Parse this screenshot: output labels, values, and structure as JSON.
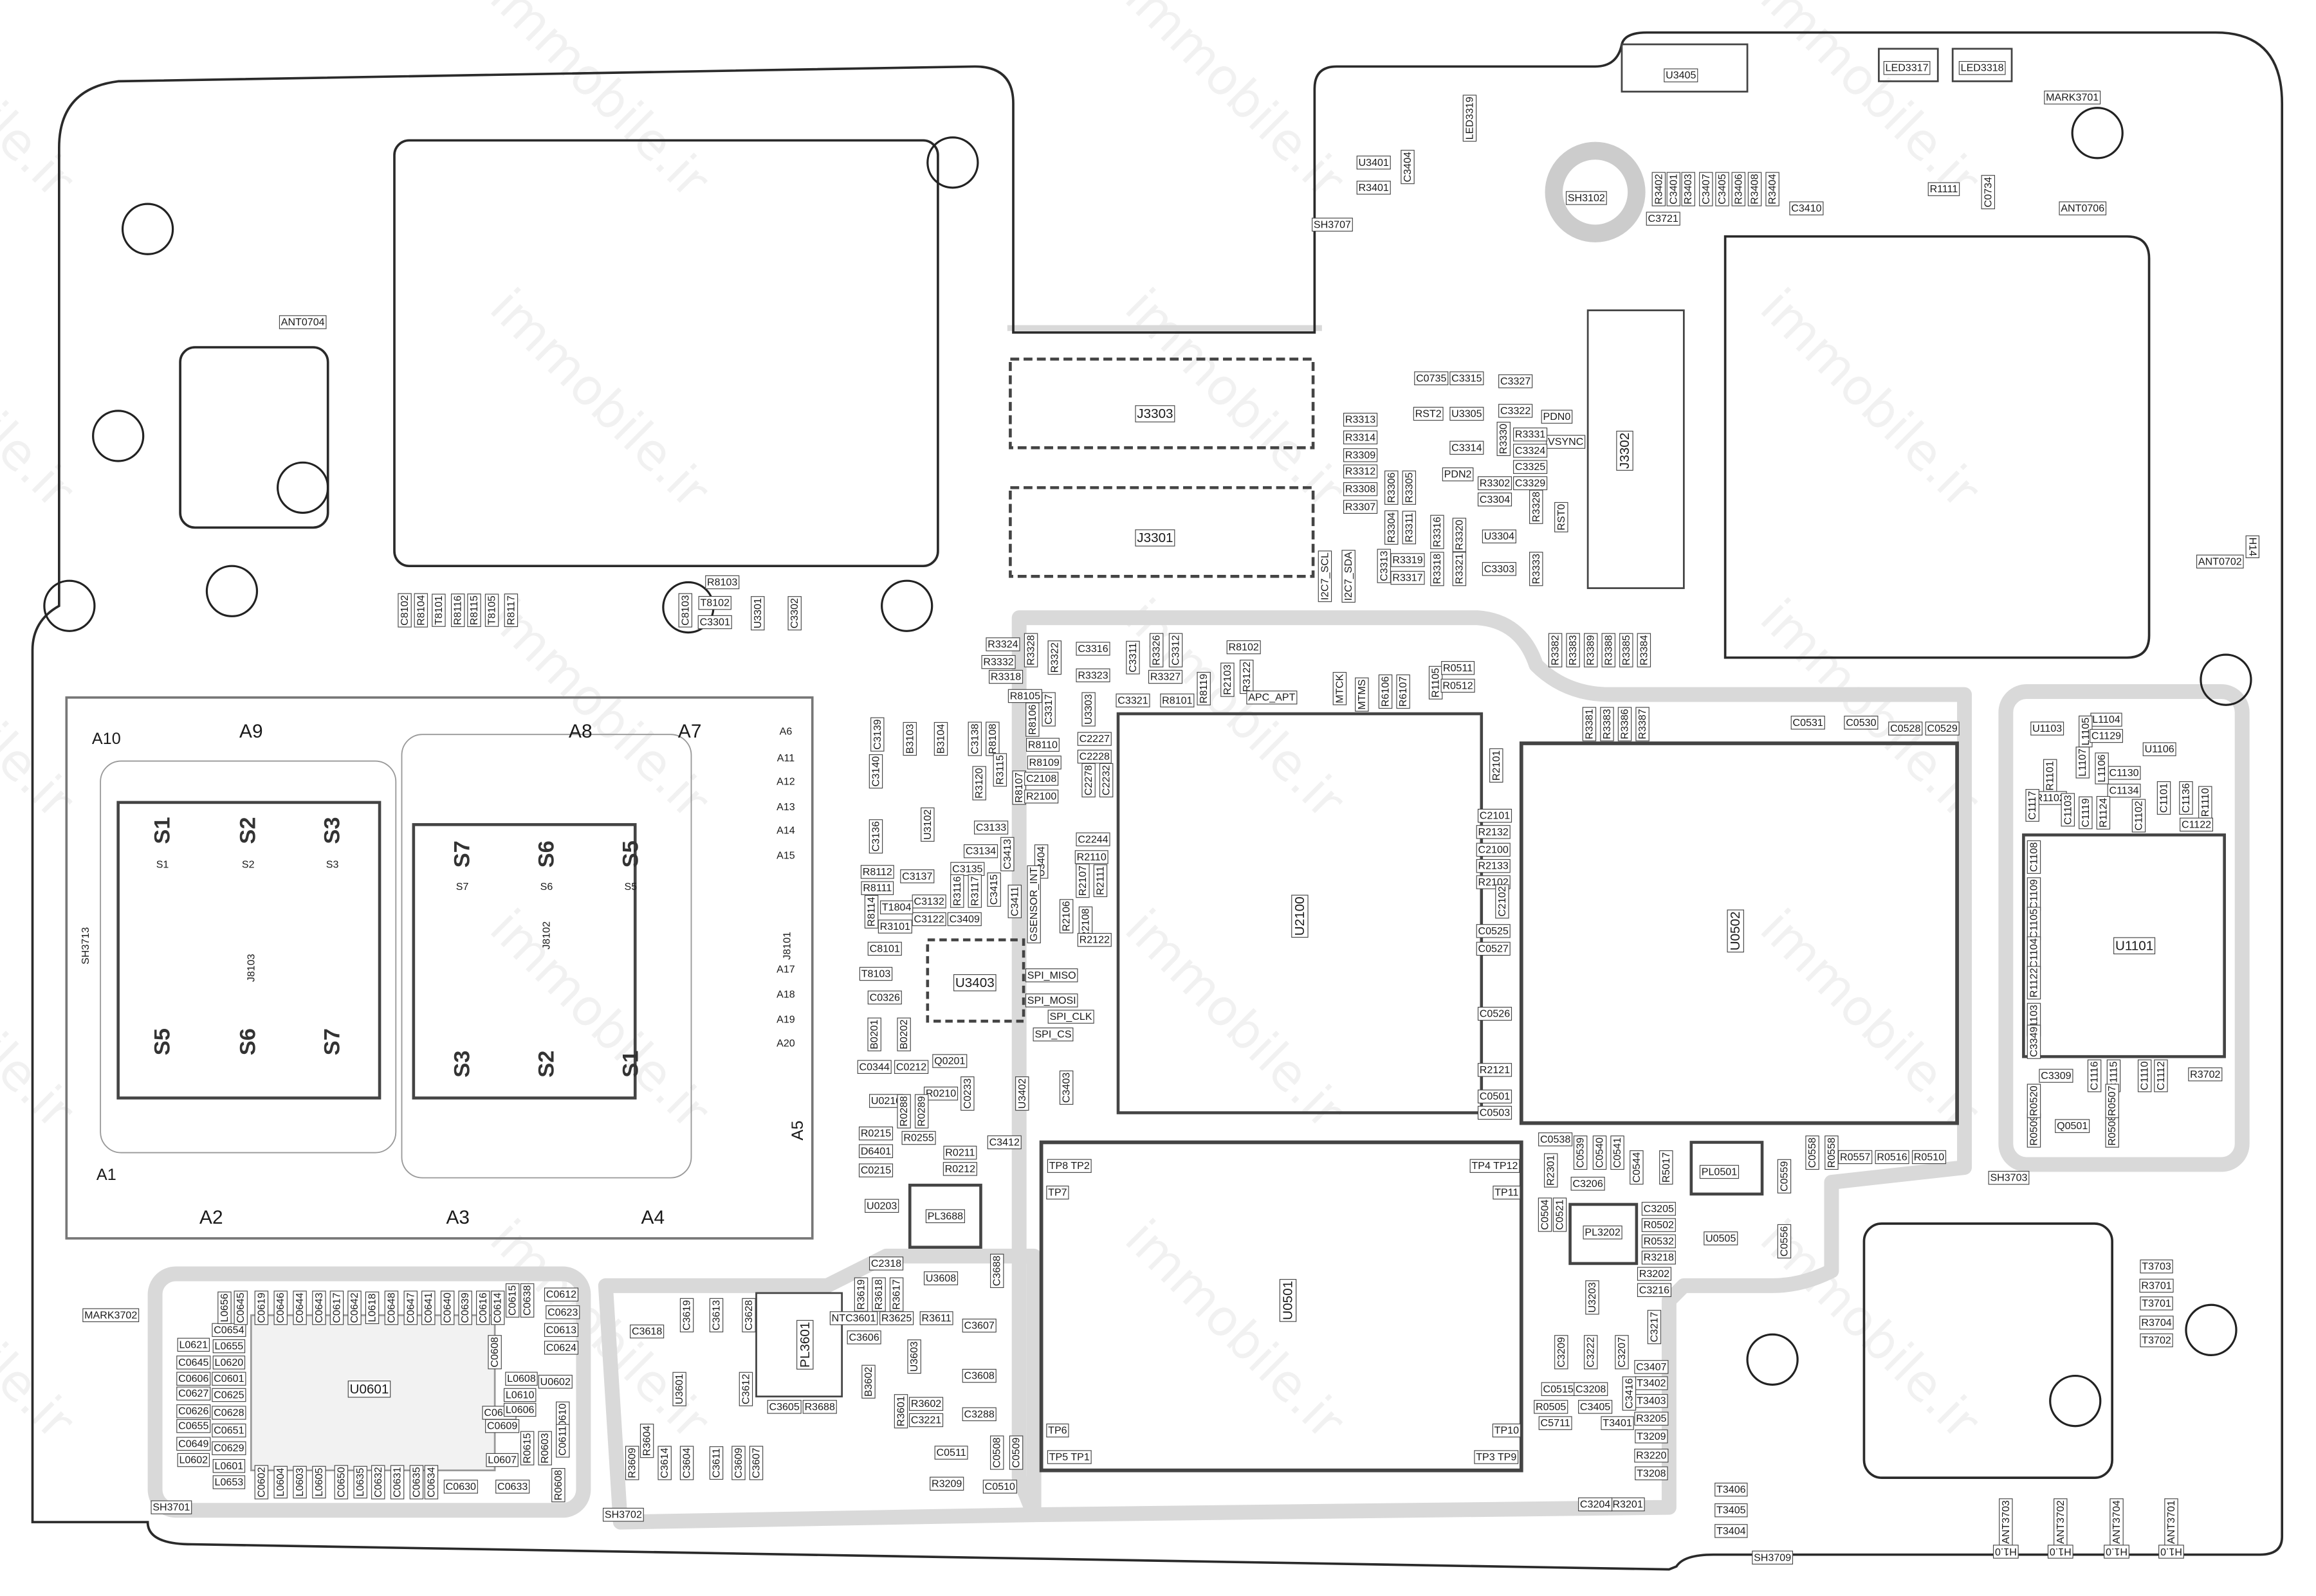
{
  "watermark": "immobile.ir",
  "colors": {
    "outline": "#2a2a2a",
    "shield": "#d6d6d6",
    "pad": "#e6e6e6",
    "chip": "#555555"
  },
  "groups": {
    "top": [
      "ANT0704",
      "J3303",
      "J3301",
      "J3302",
      "U3405",
      "LED3317",
      "LED3318",
      "MARK3701",
      "LED3319",
      "U3401",
      "C3404",
      "R3401",
      "SH3707",
      "SH3102",
      "R1111",
      "C0734",
      "ANT0706",
      "C3410",
      "C3721",
      "R3402",
      "C3401",
      "R3403",
      "C3407",
      "C3405",
      "R3406",
      "R3408",
      "R3404",
      "ANT0702",
      "H14"
    ],
    "cam": [
      "C0735",
      "C3315",
      "C3327",
      "RST2",
      "U3305",
      "C3322",
      "PDN0",
      "VSYNC",
      "C3314",
      "PDN2",
      "R3330",
      "R3331",
      "C3324",
      "C3325",
      "R3302",
      "C3329",
      "C3304",
      "R3328",
      "U3304",
      "C3303",
      "R3333",
      "RST0",
      "R3313",
      "R3314",
      "R3309",
      "R3312",
      "R3308",
      "R3307",
      "R3306",
      "R3305",
      "R3304",
      "R3311",
      "R3316",
      "R3320",
      "C3313",
      "R3319",
      "R3317",
      "R3318",
      "R3321",
      "I2C7_SCL",
      "I2C7_SDA"
    ],
    "rows": [
      "R3382",
      "R3383",
      "R3389",
      "R3388",
      "R3385",
      "R3384",
      "R3381",
      "R3383",
      "R3386",
      "R3387"
    ],
    "p81": [
      "C8102",
      "R8104",
      "T8101",
      "R8116",
      "R8115",
      "T8105",
      "R8117",
      "R8103",
      "C8103",
      "T8102",
      "C3301",
      "U3301",
      "C3302"
    ],
    "cpu": [
      "R3324",
      "R3332",
      "R3318",
      "R3328",
      "R3322",
      "C3316",
      "R3323",
      "C3311",
      "R3326",
      "C3312",
      "R3327",
      "R8102",
      "R2103",
      "R3122",
      "R8119",
      "R8101",
      "C3321",
      "U3303",
      "APC_APT",
      "MTCK",
      "MTMS",
      "R6106",
      "R6107",
      "R1105",
      "R0511",
      "R0512",
      "R8105",
      "R8106",
      "C3317",
      "R8110",
      "R8109",
      "C2227",
      "C2228",
      "C2278",
      "C2232",
      "R8107",
      "C2108",
      "R2100",
      "C3139",
      "B3103",
      "B3104",
      "C3138",
      "R8108",
      "R3115",
      "R3120",
      "C3140",
      "C3136",
      "U3102",
      "C3133",
      "C3134",
      "C3135",
      "C3137",
      "R8112",
      "R8111",
      "R3116",
      "R3117",
      "C3415",
      "C3413",
      "C3411",
      "U3404",
      "GSENSOR_INT",
      "C3132",
      "C3122",
      "C3409",
      "R8114",
      "T1804",
      "R3101",
      "C8101",
      "T8103",
      "C0326",
      "B0201",
      "B0202",
      "U3403",
      "SPI_MISO",
      "SPI_MOSI",
      "SPI_CLK",
      "SPI_CS",
      "C2244",
      "R2110",
      "R2107",
      "R2111",
      "R2106",
      "R2108",
      "R2122",
      "U2100",
      "R2101",
      "C2101",
      "R2132",
      "C2100",
      "R2133",
      "R2102",
      "C2102",
      "C0525",
      "C0527",
      "C0526",
      "R2121",
      "C0501",
      "C0503"
    ],
    "pmu": [
      "Q0201",
      "C0344",
      "C0212",
      "U3402",
      "C3403",
      "U0210",
      "R0210",
      "C0233",
      "R0288",
      "R0289",
      "R0255",
      "R0215",
      "D6401",
      "C0215",
      "C3412",
      "R0211",
      "R0212",
      "U0203",
      "PL3688",
      "C2318",
      "U3608",
      "C3688",
      "R3619",
      "R3618",
      "R3617",
      "NTC3601",
      "R3625",
      "R3611",
      "C3606",
      "U3603",
      "B3602",
      "C3607",
      "C3608",
      "R3602",
      "C3221",
      "C3288",
      "R3601",
      "C0511",
      "C0508",
      "C0509",
      "R3209",
      "C0510",
      "PL3601",
      "C3605",
      "R3688",
      "C3612",
      "U3601",
      "C3618",
      "C3619",
      "C3613",
      "C3628",
      "C3604",
      "C3611",
      "C3609",
      "C3607",
      "R3604",
      "R3609",
      "C3614",
      "SH3702",
      "SH3701",
      "MARK3702"
    ],
    "rf": [
      "U0601",
      "L0621",
      "C0645",
      "C0606",
      "C0627",
      "C0626",
      "C0655",
      "C0649",
      "L0602",
      "C0654",
      "L0655",
      "L0620",
      "C0601",
      "C0625",
      "C0628",
      "C0651",
      "C0629",
      "L0601",
      "L0653",
      "C0602",
      "L0604",
      "L0603",
      "L0605",
      "C0650",
      "L0635",
      "C0632",
      "C0631",
      "C0635",
      "C0634",
      "C0630",
      "C0633",
      "L0656",
      "C0645",
      "C0619",
      "C0646",
      "C0644",
      "C0643",
      "C0617",
      "C0642",
      "L0618",
      "C0648",
      "C0647",
      "C0641",
      "C0640",
      "C0639",
      "C0616",
      "C0614",
      "C0615",
      "C0638",
      "C0612",
      "C0623",
      "C0613",
      "C0624",
      "U0602",
      "C0608",
      "L0608",
      "L0610",
      "C0609",
      "C0637",
      "L0606",
      "L0607",
      "R0615",
      "R0603",
      "C0610",
      "C0611",
      "R0608"
    ],
    "sim": [
      "A10",
      "A9",
      "A8",
      "A7",
      "A6",
      "A11",
      "A12",
      "A13",
      "A14",
      "A15",
      "A17",
      "A18",
      "A19",
      "A20",
      "J8101",
      "A5",
      "A1",
      "A2",
      "A3",
      "A4",
      "SH3713",
      "J8103",
      "J8102",
      "S1",
      "S2",
      "S3",
      "S7",
      "S6",
      "S5"
    ],
    "simbig": [
      "S1",
      "S2",
      "S3",
      "S5",
      "S6",
      "S7",
      "S7",
      "S6",
      "S5",
      "S3",
      "S2",
      "S1"
    ],
    "mem": [
      "U0501",
      "TP8 TP2",
      "TP7",
      "TP4 TP12",
      "TP11",
      "TP6",
      "TP5 TP1",
      "TP10",
      "TP3 TP9",
      "U0502",
      "C0531",
      "C0530",
      "C0528",
      "C0529"
    ],
    "u1101": [
      "U1101",
      "U1103",
      "L1104",
      "L1105",
      "C1129",
      "U1106",
      "C1130",
      "C1134",
      "C1101",
      "C1136",
      "R1110",
      "C1122",
      "L1107",
      "L1106",
      "R1101",
      "R1102",
      "C1117",
      "C1103",
      "C1119",
      "R1124",
      "C1102",
      "C1108",
      "C1109",
      "C1105",
      "C1104",
      "R1122",
      "R1103",
      "C3349",
      "C3309",
      "C1116",
      "C1115",
      "C1110",
      "C1112",
      "R3702",
      "R0509",
      "R0520",
      "Q0501",
      "R0508",
      "R0507",
      "SH3703"
    ],
    "pwr": [
      "PL0501",
      "C0544",
      "R5017",
      "C0559",
      "C0558",
      "R0558",
      "R0557",
      "R0516",
      "R0510",
      "C0538",
      "C0539",
      "C0540",
      "C0541",
      "R2301",
      "C3206",
      "C3205",
      "R0502",
      "R0532",
      "R3218",
      "PL3202",
      "U0505",
      "C0556",
      "C0504",
      "C0521",
      "U3203",
      "R3202",
      "C3216",
      "C3217",
      "C3209",
      "C3222",
      "C3207",
      "C3407",
      "T3402",
      "T3403",
      "R3205",
      "T3401",
      "T3209",
      "R3220",
      "T3208",
      "C0515",
      "C3208",
      "C3405",
      "R0505",
      "C5711",
      "C3416",
      "R3201",
      "C3204"
    ],
    "bottom": [
      "T3703",
      "R3701",
      "T3701",
      "R3704",
      "T3702",
      "T3406",
      "T3405",
      "T3404",
      "SH3709",
      "ANT3703",
      "ANT3702",
      "ANT3704",
      "ANT3701",
      "H1.0",
      "H1.0",
      "H1.0",
      "H1.0"
    ]
  }
}
